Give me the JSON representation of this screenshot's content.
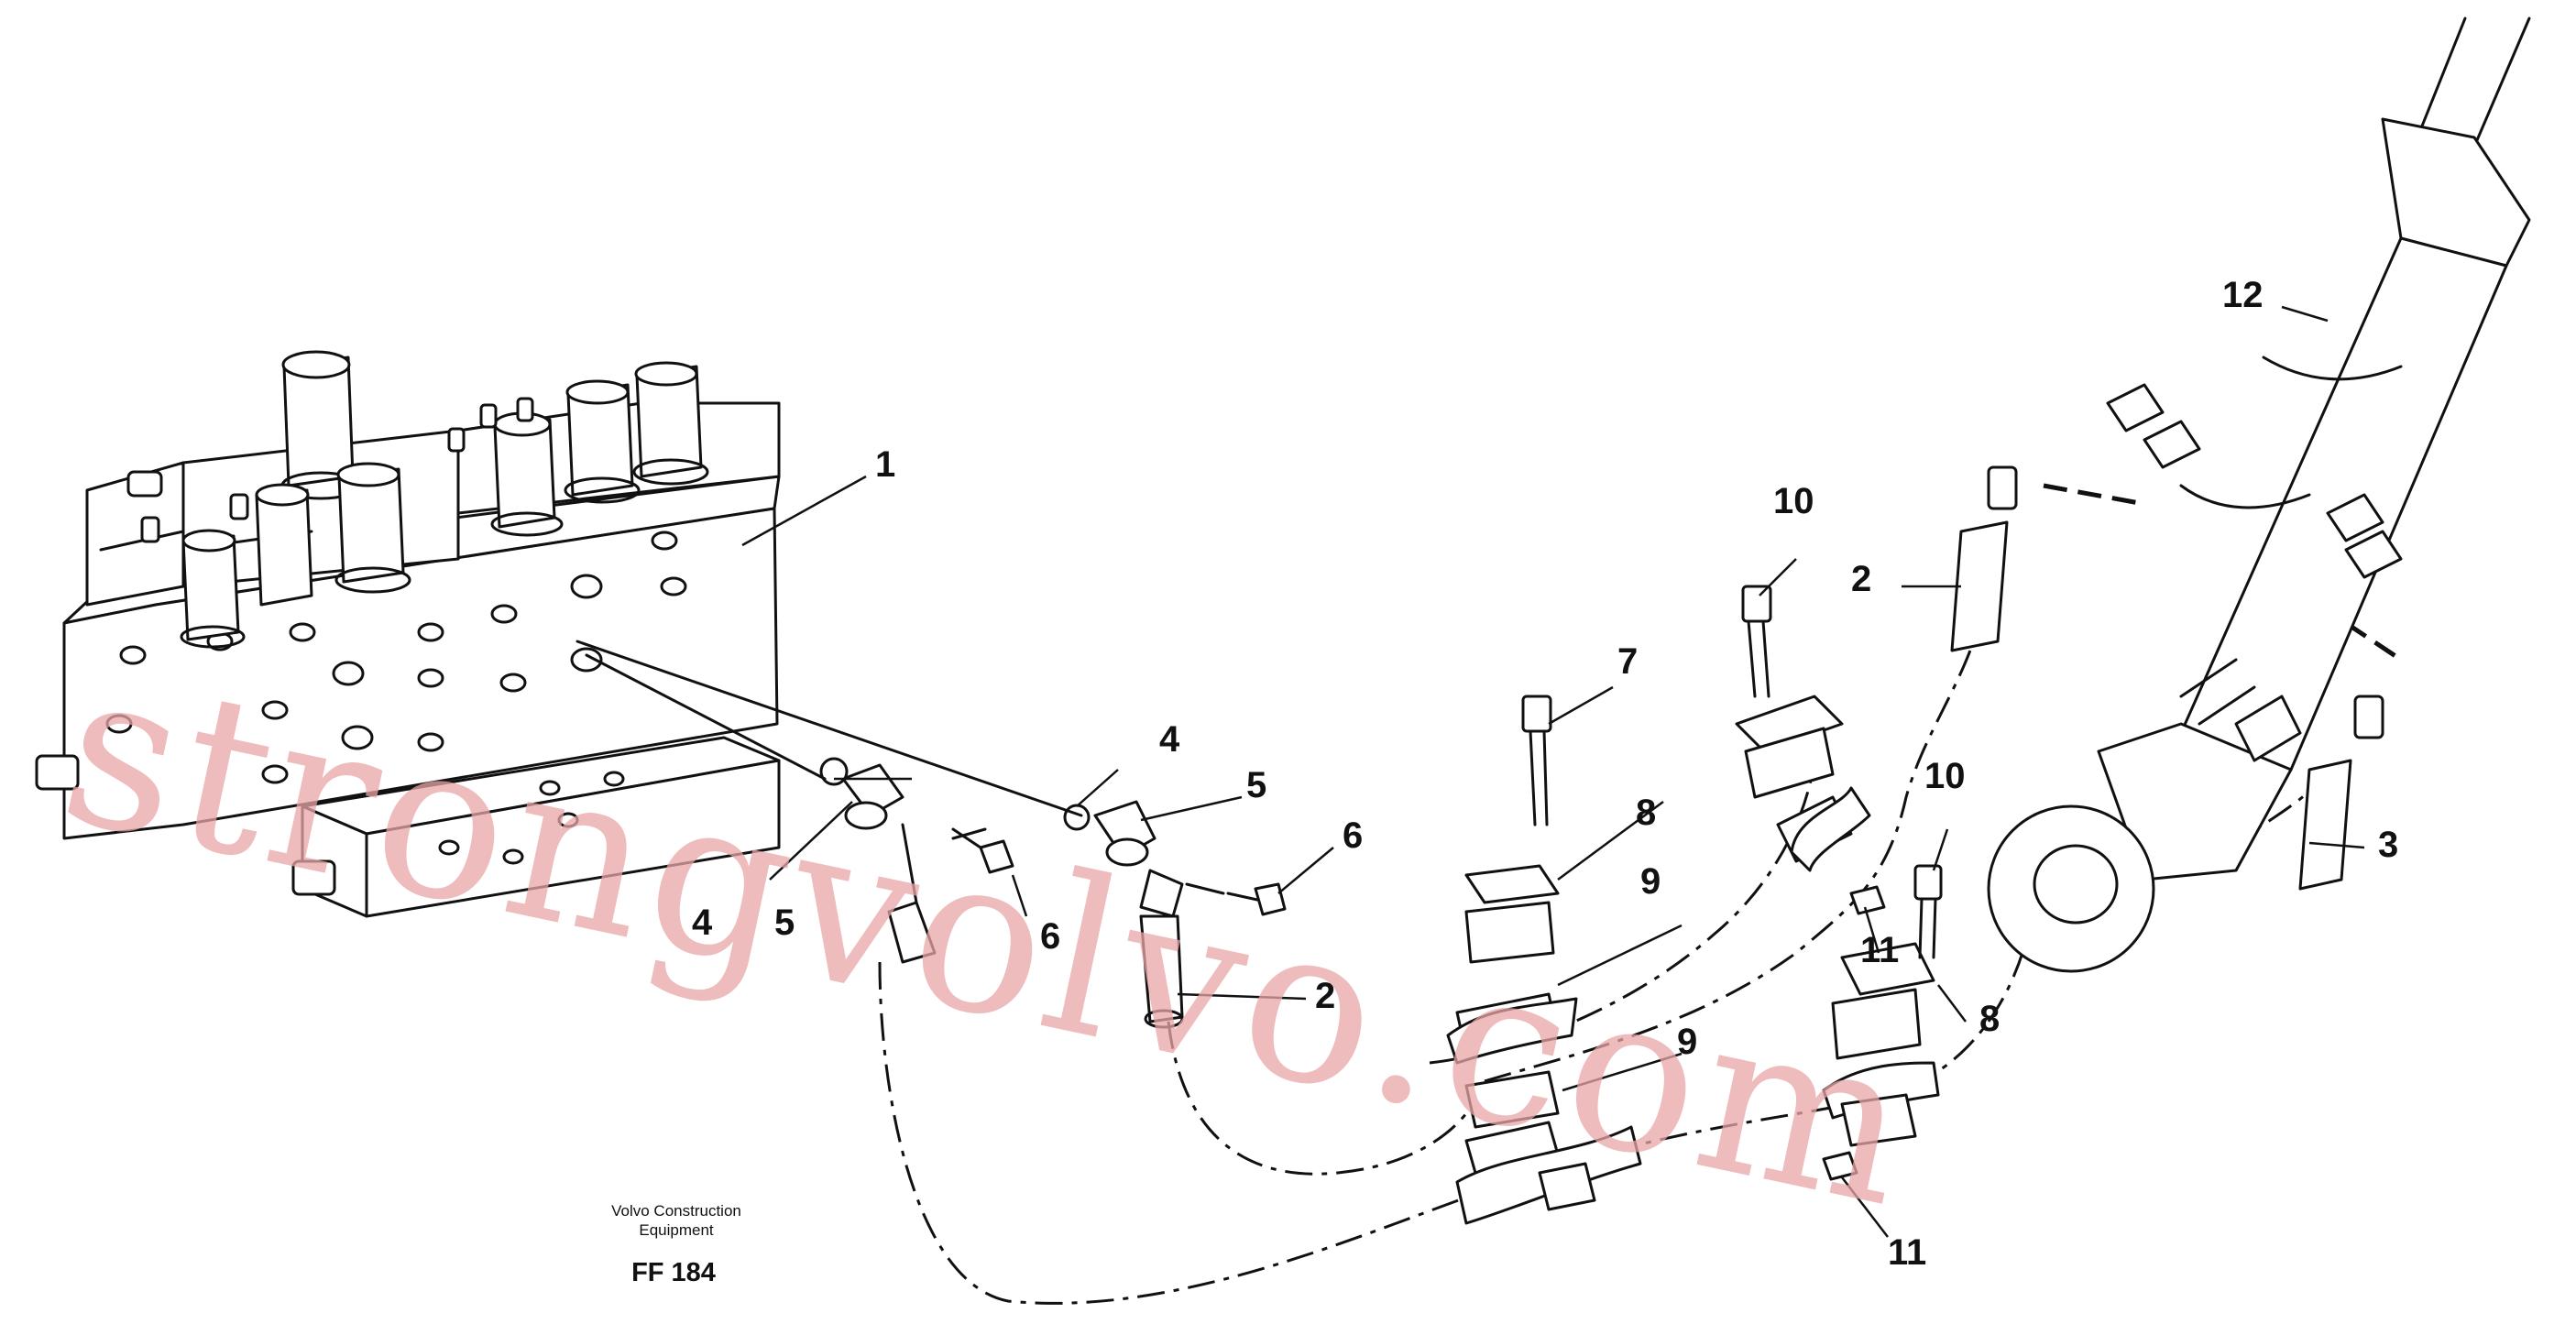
{
  "diagram": {
    "callouts": [
      {
        "id": "c1",
        "text": "1"
      },
      {
        "id": "c2a",
        "text": "2"
      },
      {
        "id": "c2b",
        "text": "2"
      },
      {
        "id": "c3",
        "text": "3"
      },
      {
        "id": "c4a",
        "text": "4"
      },
      {
        "id": "c4b",
        "text": "4"
      },
      {
        "id": "c5a",
        "text": "5"
      },
      {
        "id": "c5b",
        "text": "5"
      },
      {
        "id": "c6a",
        "text": "6"
      },
      {
        "id": "c6b",
        "text": "6"
      },
      {
        "id": "c7",
        "text": "7"
      },
      {
        "id": "c8a",
        "text": "8"
      },
      {
        "id": "c8b",
        "text": "8"
      },
      {
        "id": "c9a",
        "text": "9"
      },
      {
        "id": "c9b",
        "text": "9"
      },
      {
        "id": "c10a",
        "text": "10"
      },
      {
        "id": "c10b",
        "text": "10"
      },
      {
        "id": "c11a",
        "text": "11"
      },
      {
        "id": "c11b",
        "text": "11"
      },
      {
        "id": "c12",
        "text": "12"
      }
    ],
    "caption_line1": "Volvo Construction",
    "caption_line2": "Equipment",
    "figure_code": "FF 184",
    "watermark": "strongvolvo.com",
    "ink_color": "#111111",
    "watermark_color": "#e8a6a6"
  }
}
